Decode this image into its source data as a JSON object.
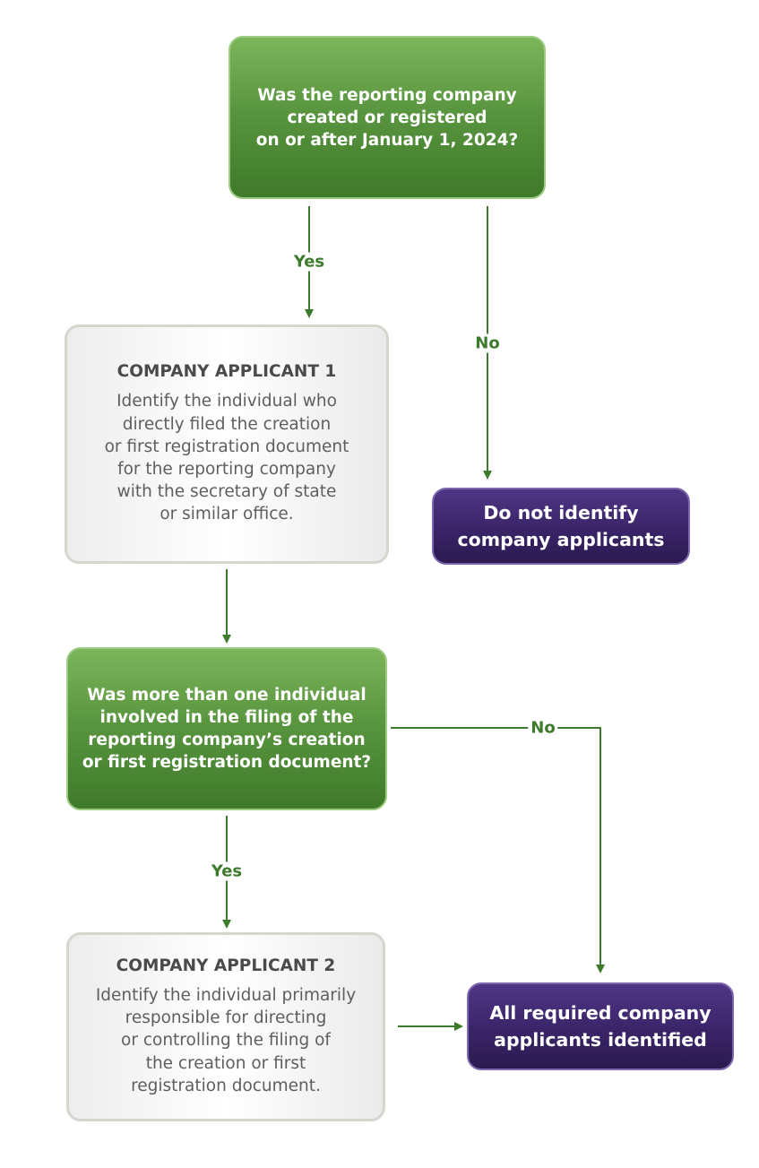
{
  "question_1": {
    "text": "Was the reporting company\ncreated or registered\non or after January 1, 2024?"
  },
  "applicant_1": {
    "heading": "COMPANY APPLICANT 1",
    "text": "Identify the individual who\ndirectly filed the creation\nor first registration document\nfor the reporting company\nwith the secretary of state\nor similar office."
  },
  "outcome_none": {
    "text": "Do not identify\ncompany applicants"
  },
  "question_2": {
    "text": "Was more than one individual\ninvolved in the filing of the\nreporting company’s creation\nor first registration document?"
  },
  "applicant_2": {
    "heading": "COMPANY APPLICANT 2",
    "text": "Identify the individual primarily\nresponsible for directing\nor controlling the filing of\nthe creation or first\nregistration document."
  },
  "outcome_all": {
    "text": "All required company\napplicants identified"
  },
  "labels": {
    "q1_yes": "Yes",
    "q1_no": "No",
    "q2_yes": "Yes",
    "q2_no": "No"
  },
  "colors": {
    "connector": "#3d7a2c",
    "question_box": "#5a9640",
    "applicant_box": "#f2f2f2",
    "outcome_box": "#3a2468"
  }
}
